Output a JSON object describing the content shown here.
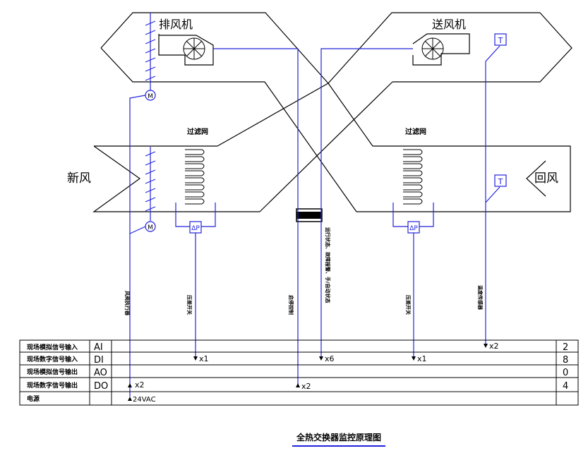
{
  "title": "全热交换器监控原理图",
  "labels": {
    "exhaust_fan": "排风机",
    "supply_fan": "送风机",
    "fresh_air": "新风",
    "return_air": "回风",
    "filter_left": "过滤网",
    "filter_right": "过滤网",
    "temp_sensor_top": "T",
    "temp_sensor_bottom": "T",
    "damper_actuator_top": "M",
    "damper_actuator_bottom": "M",
    "dp_left": "ΔP",
    "dp_right": "ΔP"
  },
  "vertical_notes": {
    "damper": "风阀执行器",
    "filter_left": "压差开关",
    "start_stop": "启停控制",
    "status": "运行状态、故障报警、手/自动状态",
    "filter_right": "压差开关",
    "temp": "温度传感器"
  },
  "io_table": {
    "rows": [
      {
        "name": "现场模拟信号输入",
        "code": "AI",
        "count": "2"
      },
      {
        "name": "现场数字信号输入",
        "code": "DI",
        "count": "8"
      },
      {
        "name": "现场模拟信号输出",
        "code": "AO",
        "count": "0"
      },
      {
        "name": "现场数字信号输出",
        "code": "DO",
        "count": "4"
      },
      {
        "name": "电源",
        "code": "",
        "count": ""
      }
    ],
    "markers": {
      "ai_temp": "x2",
      "di_filter_left": "x1",
      "di_status": "x6",
      "di_filter_right": "x1",
      "do_damper": "x2",
      "do_start": "x2",
      "power": "24VAC"
    }
  }
}
